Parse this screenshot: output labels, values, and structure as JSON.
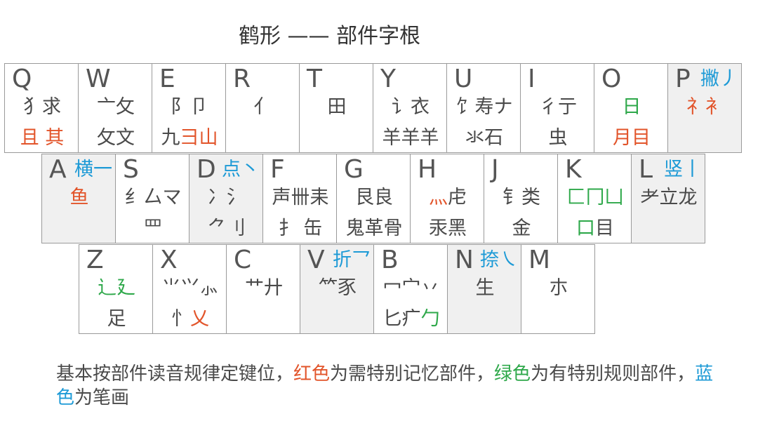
{
  "title": "鹤形 —— 部件字根",
  "colors": {
    "red": "#e2542a",
    "green": "#2ea84a",
    "blue": "#1d9ad6",
    "gray": "#4a4a4a"
  },
  "rows": [
    {
      "keys": [
        {
          "letter": "Q",
          "shaded": false,
          "stroke": null,
          "lines": [
            [
              {
                "t": "犭求",
                "c": "gray"
              }
            ],
            [
              {
                "t": "且 其",
                "c": "red"
              }
            ]
          ]
        },
        {
          "letter": "W",
          "shaded": false,
          "stroke": null,
          "lines": [
            [
              {
                "t": "亠攵",
                "c": "gray"
              }
            ],
            [
              {
                "t": "攵文",
                "c": "gray"
              }
            ]
          ]
        },
        {
          "letter": "E",
          "shaded": false,
          "stroke": null,
          "lines": [
            [
              {
                "t": "阝卩",
                "c": "gray"
              }
            ],
            [
              {
                "t": "九",
                "c": "gray"
              },
              {
                "t": "彐山",
                "c": "red"
              }
            ]
          ]
        },
        {
          "letter": "R",
          "shaded": false,
          "stroke": null,
          "lines": [
            [
              {
                "t": "亻",
                "c": "gray"
              }
            ],
            []
          ]
        },
        {
          "letter": "T",
          "shaded": false,
          "stroke": null,
          "lines": [
            [
              {
                "t": "田",
                "c": "gray"
              }
            ],
            []
          ]
        },
        {
          "letter": "Y",
          "shaded": false,
          "stroke": null,
          "lines": [
            [
              {
                "t": "讠衣",
                "c": "gray"
              }
            ],
            [
              {
                "t": "羊羊羊",
                "c": "gray"
              }
            ]
          ]
        },
        {
          "letter": "U",
          "shaded": false,
          "stroke": null,
          "lines": [
            [
              {
                "t": "饣寿ナ",
                "c": "gray"
              }
            ],
            [
              {
                "t": "氺石",
                "c": "gray"
              }
            ]
          ]
        },
        {
          "letter": "I",
          "shaded": false,
          "stroke": null,
          "lines": [
            [
              {
                "t": "彳亍",
                "c": "gray"
              }
            ],
            [
              {
                "t": "虫",
                "c": "gray"
              }
            ]
          ]
        },
        {
          "letter": "O",
          "shaded": false,
          "stroke": null,
          "lines": [
            [
              {
                "t": "日",
                "c": "green"
              }
            ],
            [
              {
                "t": "月目",
                "c": "red"
              }
            ]
          ]
        },
        {
          "letter": "P",
          "shaded": true,
          "stroke": {
            "t": "撇丿",
            "c": "blue"
          },
          "lines": [
            [
              {
                "t": "礻衤",
                "c": "red"
              }
            ],
            []
          ]
        }
      ]
    },
    {
      "keys": [
        {
          "letter": "A",
          "shaded": true,
          "stroke": {
            "t": "横一",
            "c": "blue"
          },
          "lines": [
            [
              {
                "t": "鱼",
                "c": "red"
              }
            ],
            []
          ]
        },
        {
          "letter": "S",
          "shaded": false,
          "stroke": null,
          "lines": [
            [
              {
                "t": "纟厶マ",
                "c": "gray"
              }
            ],
            [
              {
                "t": "罒",
                "c": "gray"
              }
            ]
          ]
        },
        {
          "letter": "D",
          "shaded": true,
          "stroke": {
            "t": "点丶",
            "c": "blue"
          },
          "lines": [
            [
              {
                "t": "冫氵",
                "c": "gray"
              }
            ],
            [
              {
                "t": "⺈刂",
                "c": "gray"
              }
            ]
          ]
        },
        {
          "letter": "F",
          "shaded": false,
          "stroke": null,
          "lines": [
            [
              {
                "t": "声卌耒",
                "c": "gray"
              }
            ],
            [
              {
                "t": "扌 缶",
                "c": "gray"
              }
            ]
          ]
        },
        {
          "letter": "G",
          "shaded": false,
          "stroke": null,
          "lines": [
            [
              {
                "t": "艮良",
                "c": "gray"
              }
            ],
            [
              {
                "t": "鬼革骨",
                "c": "gray"
              }
            ]
          ]
        },
        {
          "letter": "H",
          "shaded": false,
          "stroke": null,
          "lines": [
            [
              {
                "t": "灬",
                "c": "red"
              },
              {
                "t": "虍",
                "c": "gray"
              }
            ],
            [
              {
                "t": "汞黑",
                "c": "gray"
              }
            ]
          ]
        },
        {
          "letter": "J",
          "shaded": false,
          "stroke": null,
          "lines": [
            [
              {
                "t": "钅类",
                "c": "gray"
              }
            ],
            [
              {
                "t": "金",
                "c": "gray"
              }
            ]
          ]
        },
        {
          "letter": "K",
          "shaded": false,
          "stroke": null,
          "lines": [
            [
              {
                "t": "匚冂凵",
                "c": "green"
              }
            ],
            [
              {
                "t": "口",
                "c": "green"
              },
              {
                "t": "目",
                "c": "gray"
              }
            ]
          ]
        },
        {
          "letter": "L",
          "shaded": true,
          "stroke": {
            "t": "竖丨",
            "c": "blue"
          },
          "lines": [
            [
              {
                "t": "耂立龙",
                "c": "gray"
              }
            ],
            []
          ]
        }
      ]
    },
    {
      "keys": [
        {
          "letter": "Z",
          "shaded": false,
          "stroke": null,
          "lines": [
            [
              {
                "t": "辶廴",
                "c": "green"
              }
            ],
            [
              {
                "t": "足",
                "c": "gray"
              }
            ]
          ]
        },
        {
          "letter": "X",
          "shaded": false,
          "stroke": null,
          "lines": [
            [
              {
                "t": "⺌⺍⺗",
                "c": "gray"
              }
            ],
            [
              {
                "t": "忄",
                "c": "gray"
              },
              {
                "t": "乂",
                "c": "red"
              }
            ]
          ]
        },
        {
          "letter": "C",
          "shaded": false,
          "stroke": null,
          "lines": [
            [
              {
                "t": "艹廾",
                "c": "gray"
              }
            ],
            []
          ]
        },
        {
          "letter": "V",
          "shaded": true,
          "stroke": {
            "t": "折乛",
            "c": "blue"
          },
          "lines": [
            [
              {
                "t": "⺮豕",
                "c": "gray"
              }
            ],
            []
          ]
        },
        {
          "letter": "B",
          "shaded": false,
          "stroke": null,
          "lines": [
            [
              {
                "t": "冖宀丷",
                "c": "gray"
              }
            ],
            [
              {
                "t": "匕疒",
                "c": "gray"
              },
              {
                "t": "勹",
                "c": "green"
              }
            ]
          ]
        },
        {
          "letter": "N",
          "shaded": true,
          "stroke": {
            "t": "捺㇏",
            "c": "blue"
          },
          "lines": [
            [
              {
                "t": "生",
                "c": "gray"
              }
            ],
            []
          ]
        },
        {
          "letter": "M",
          "shaded": false,
          "stroke": null,
          "lines": [
            [
              {
                "t": "朩",
                "c": "gray"
              }
            ],
            []
          ]
        }
      ]
    }
  ],
  "note": [
    {
      "t": "基本按部件读音规律定键位，",
      "c": "gray"
    },
    {
      "t": "红色",
      "c": "red"
    },
    {
      "t": "为需特别记忆部件，",
      "c": "gray"
    },
    {
      "t": "绿色",
      "c": "green"
    },
    {
      "t": "为有特别规则部件，",
      "c": "gray"
    },
    {
      "t": "蓝色",
      "c": "blue"
    },
    {
      "t": "为笔画",
      "c": "gray"
    }
  ]
}
